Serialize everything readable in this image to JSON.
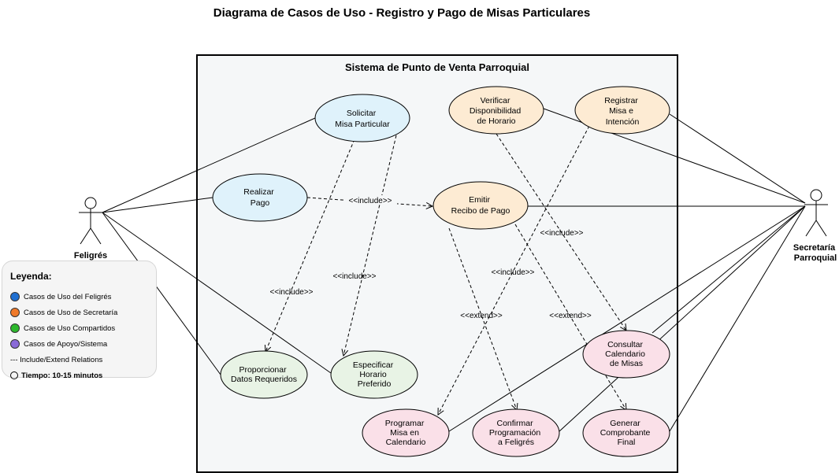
{
  "title": "Diagrama de Casos de Uso - Registro y Pago de Misas Particulares",
  "system_title": "Sistema de Punto de Venta Parroquial",
  "actors": {
    "feligres": "Feligrés",
    "secretaria_line1": "Secretaría",
    "secretaria_line2": "Parroquial"
  },
  "use_cases": {
    "solicitar": [
      "Solicitar",
      "Misa Particular"
    ],
    "realizar_pago": [
      "Realizar",
      "Pago"
    ],
    "verificar": [
      "Verificar",
      "Disponibilidad",
      "de Horario"
    ],
    "registrar": [
      "Registrar",
      "Misa e",
      "Intención"
    ],
    "emitir": [
      "Emitir",
      "Recibo de Pago"
    ],
    "proporcionar": [
      "Proporcionar",
      "Datos Requeridos"
    ],
    "especificar": [
      "Especificar",
      "Horario",
      "Preferido"
    ],
    "consultar": [
      "Consultar",
      "Calendario",
      "de Misas"
    ],
    "programar": [
      "Programar",
      "Misa en",
      "Calendario"
    ],
    "confirmar": [
      "Confirmar",
      "Programación",
      "a Feligrés"
    ],
    "generar": [
      "Generar",
      "Comprobante",
      "Final"
    ]
  },
  "relations": {
    "include": "<<include>>",
    "extend": "<<extend>>"
  },
  "legend": {
    "title": "Leyenda:",
    "items": [
      {
        "label": "Casos de Uso del Feligrés",
        "color": "#1f6fd1"
      },
      {
        "label": "Casos de Uso de Secretaría",
        "color": "#f07a2a"
      },
      {
        "label": "Casos de Uso Compartidos",
        "color": "#2db82d"
      },
      {
        "label": "Casos de Apoyo/Sistema",
        "color": "#8a6ad8"
      }
    ],
    "relations_note": "--- Include/Extend Relations",
    "time": "Tiempo: 10-15 minutos"
  },
  "colors": {
    "blue_fill": "#dff2fb",
    "orange_fill": "#fdebd3",
    "green_fill": "#e8f3e5",
    "pink_fill": "#fae0e8",
    "system_fill": "#f5f7f8"
  }
}
